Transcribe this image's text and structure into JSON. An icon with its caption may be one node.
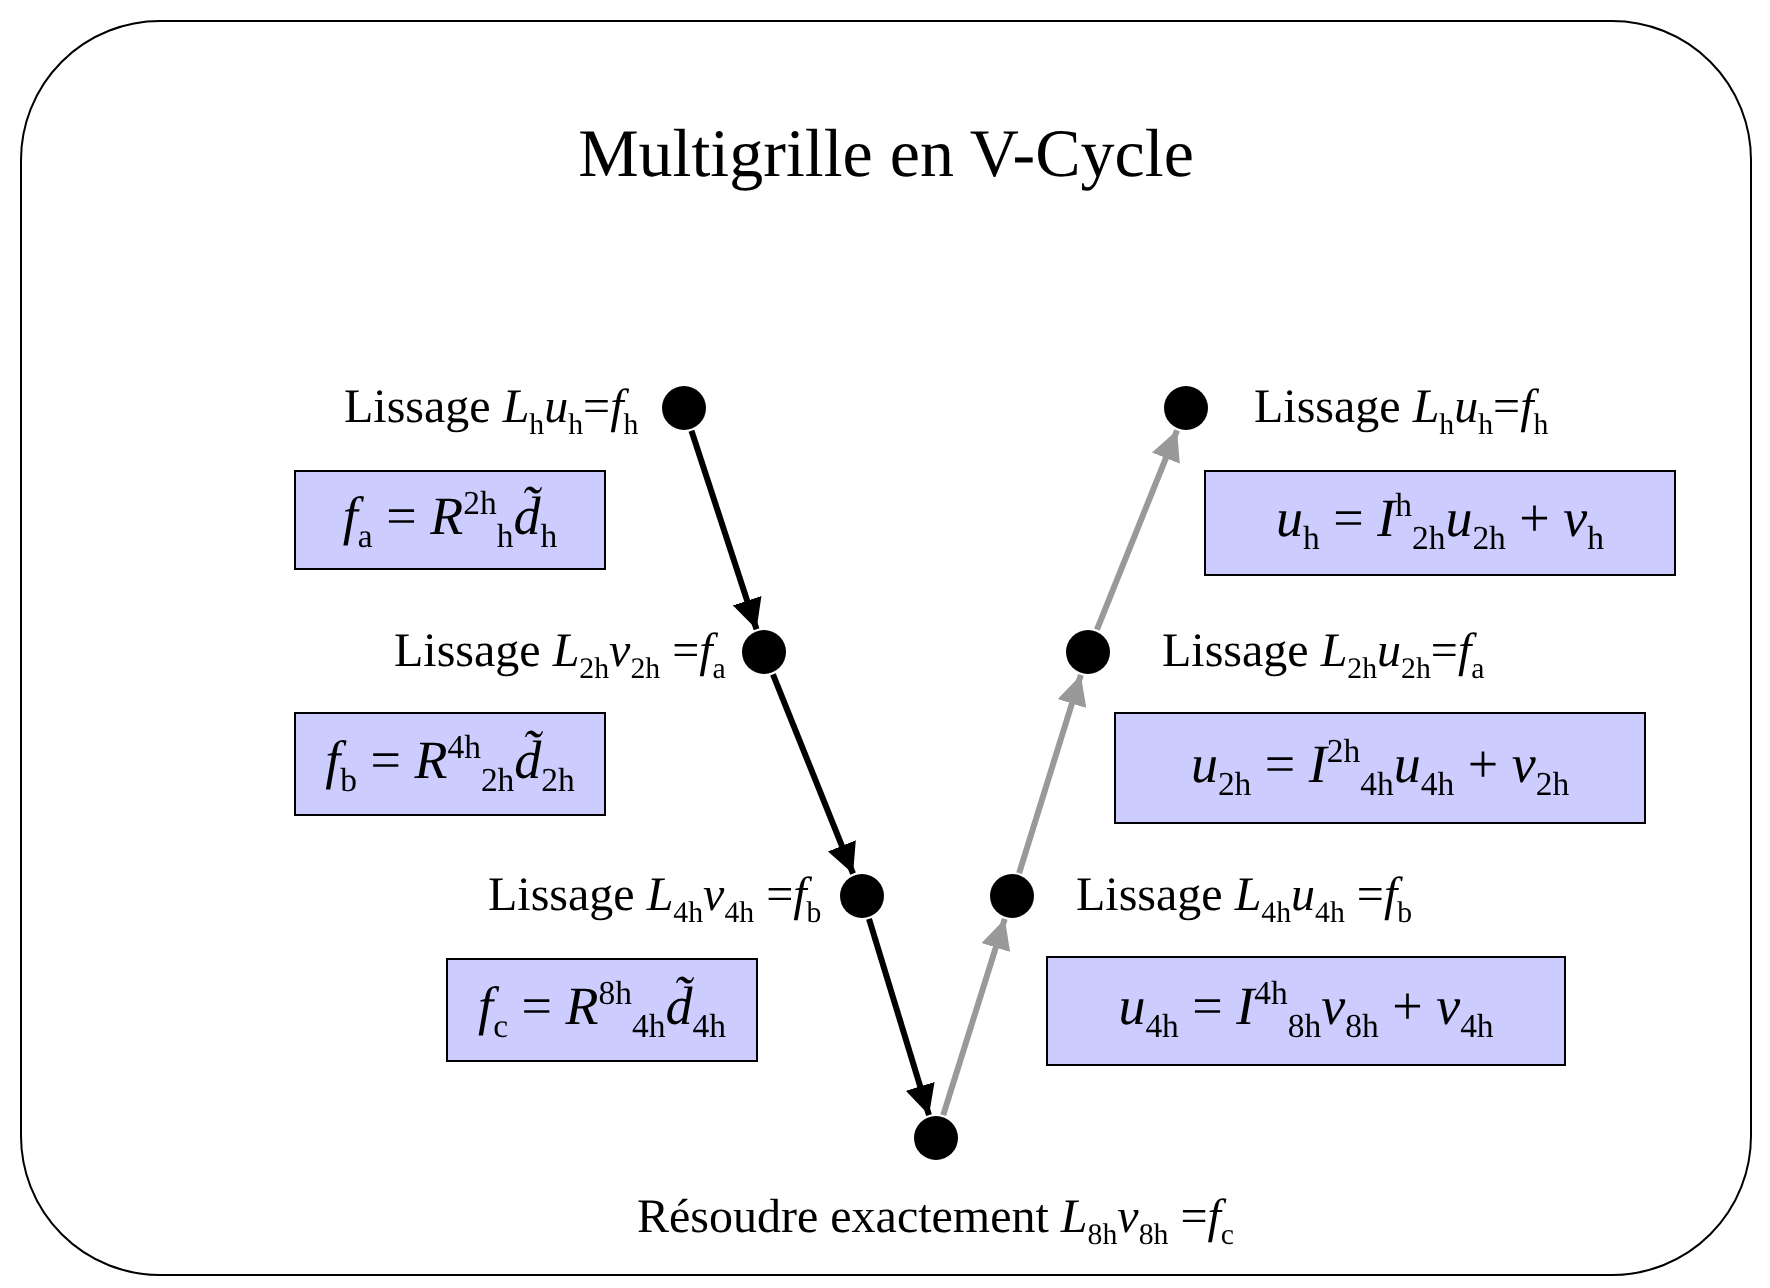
{
  "diagram": {
    "nodes": [
      {
        "text": [
          "Multigrille en V-Cycle"
        ]
      },
      {
        "text": [],
        "shape": "circle",
        "in": 0,
        "beside": [
          "Lissage *L*$_{h}$*u*$_{h}$=*f*$_{h}$"
        ]
      },
      {
        "text": [],
        "shape": "circle",
        "in": 0,
        "beside": [
          "Lissage *L*$_{2h}$*v*$_{2h}$ =*f*$_{a}$"
        ]
      },
      {
        "text": [],
        "shape": "circle",
        "in": 0,
        "beside": [
          "Lissage *L*$_{4h}$*v*$_{4h}$ =*f*$_{b}$"
        ]
      },
      {
        "text": [],
        "shape": "circle",
        "in": 0,
        "beside": [
          "Résoudre exactement *L*$_{8h}$*v*$_{8h}$ =*f*$_{c}$"
        ]
      },
      {
        "text": [],
        "shape": "circle",
        "in": 0,
        "beside": [
          "Lissage *L*$_{4h}$*u*$_{4h}$ =*f*$_{b}$"
        ]
      },
      {
        "text": [],
        "shape": "circle",
        "in": 0,
        "beside": [
          "Lissage *L*$_{2h}$*u*$_{2h}$=*f*$_{a}$"
        ]
      },
      {
        "text": [],
        "shape": "circle",
        "in": 0,
        "beside": [
          "Lissage *L*$_{h}$*u*$_{h}$=*f*$_{h}$"
        ]
      },
      {
        "text": [
          "*f*$_{a}$ = *R*$^{2h}$$_{h}$*d̃*$_{h}$"
        ],
        "in": 0
      },
      {
        "text": [
          "*u*$_{h}$ = *I*$^{h}$$_{2h}$*u*$_{2h}$ + *v*$_{h}$"
        ],
        "in": 0
      },
      {
        "text": [
          "*f*$_{b}$ = *R*$^{4h}$$_{2h}$*d̃*$_{2h}$"
        ],
        "in": 0
      },
      {
        "text": [
          "*u*$_{2h}$ = *I*$^{2h}$$_{4h}$*u*$_{4h}$ + *v*$_{2h}$"
        ],
        "in": 0
      },
      {
        "text": [
          "*f*$_{c}$ = *R*$^{8h}$$_{4h}$*d̃*$_{4h}$"
        ],
        "in": 0
      },
      {
        "text": [
          "*u*$_{4h}$ = *I*$^{4h}$$_{8h}$*v*$_{8h}$ + *v*$_{4h}$"
        ],
        "in": 0
      }
    ],
    "edges": [
      {
        "from": 1,
        "to": 2,
        "arrow": "to"
      },
      {
        "from": 2,
        "to": 3,
        "arrow": "to"
      },
      {
        "from": 3,
        "to": 4,
        "arrow": "to"
      },
      {
        "from": 4,
        "to": 5,
        "arrow": "to",
        "color": "#999999"
      },
      {
        "from": 5,
        "to": 6,
        "arrow": "to",
        "color": "#999999"
      },
      {
        "from": 6,
        "to": 7,
        "arrow": "to",
        "color": "#999999"
      }
    ]
  }
}
